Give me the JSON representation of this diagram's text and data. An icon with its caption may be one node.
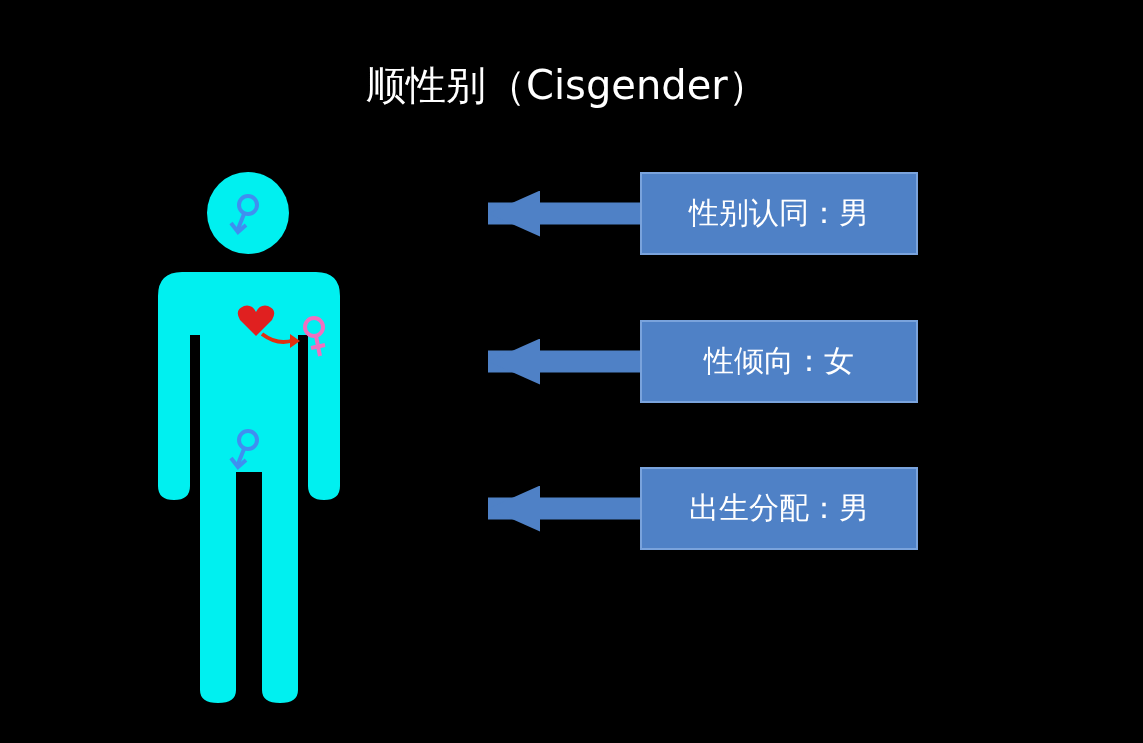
{
  "diagram": {
    "title": "顺性别（Cisgender）",
    "nodes": [
      {
        "text": [
          "性别认同：男"
        ]
      },
      {
        "text": [
          "性倾向：女"
        ]
      },
      {
        "text": [
          "出生分配：男"
        ]
      }
    ],
    "edges": [
      {
        "from": 0,
        "to": null,
        "arrow": "to"
      },
      {
        "from": 1,
        "to": null,
        "arrow": "to"
      },
      {
        "from": 2,
        "to": null,
        "arrow": "to"
      }
    ]
  }
}
